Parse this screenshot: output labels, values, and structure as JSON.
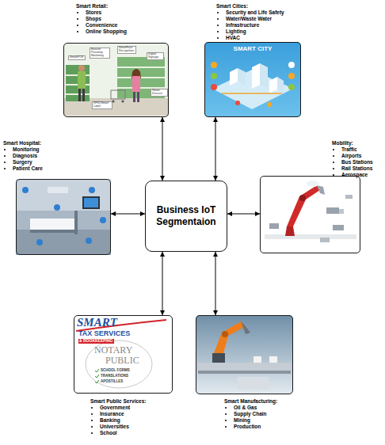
{
  "diagram": {
    "nodes": [
      {
        "text": [
          "Smart Retail:",
          "Stores",
          "Shops",
          "Convenience",
          "Online Shopping"
        ]
      },
      {
        "text": [
          "Smart Cities:",
          "Security and Life Safety",
          "Water/Waste Water",
          "Infrastructure",
          "Lighting",
          "HVAC"
        ]
      },
      {
        "text": [
          "Smart Hospital:",
          "Monitoring",
          "Diagnosis",
          "Surgery",
          "Patient Care"
        ]
      },
      {
        "text": [
          "Business IoT Segmentaion"
        ]
      },
      {
        "text": [
          "Mobility:",
          "Traffic",
          "Airports",
          "Bus Stations",
          "Rail Stations",
          "Aerospace"
        ]
      },
      {
        "text": [
          "Smart Public Services:",
          "Government",
          "Insurance",
          "Banking",
          "Universities",
          "School"
        ]
      },
      {
        "text": [
          "Smart Manufacturing:",
          "Oil & Gas",
          "Supply Chain",
          "Mining",
          "Production"
        ]
      }
    ],
    "edges": [
      {
        "from": 3,
        "to": 0,
        "arrow": "both"
      },
      {
        "from": 3,
        "to": 1,
        "arrow": "both"
      },
      {
        "from": 3,
        "to": 2,
        "arrow": "both"
      },
      {
        "from": 3,
        "to": 4,
        "arrow": "both"
      },
      {
        "from": 3,
        "to": 5,
        "arrow": "both"
      },
      {
        "from": 3,
        "to": 6,
        "arrow": "both"
      }
    ],
    "labels": [
      "SmartPOS",
      "Beacon Proximity Marketing",
      "SmartFace Recognition",
      "Digital Signage",
      "RFID/Smart Label",
      "Smart Devices",
      "SMART CITY",
      "SMART",
      "TAX SERVICES",
      "& BOOKKEEPING",
      "NOTARY",
      "PUBLIC",
      "SCHOOL FORMS",
      "TRANSLATIONS",
      "APOSTILLES"
    ]
  }
}
